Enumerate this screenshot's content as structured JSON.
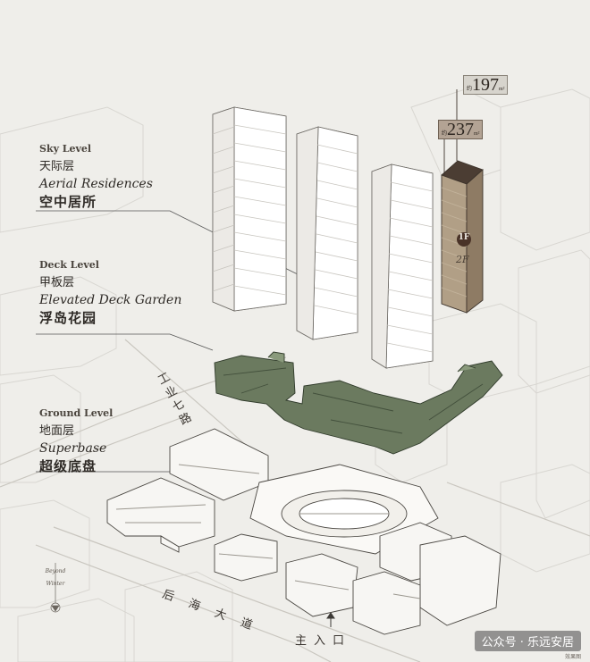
{
  "levels": [
    {
      "en": "Sky Level",
      "cn": "天际层",
      "sub_en": "Aerial Residences",
      "sub_cn": "空中居所"
    },
    {
      "en": "Deck Level",
      "cn": "甲板层",
      "sub_en": "Elevated Deck Garden",
      "sub_cn": "浮岛花园"
    },
    {
      "en": "Ground Level",
      "cn": "地面层",
      "sub_en": "Superbase",
      "sub_cn": "超级底盘"
    }
  ],
  "tags": {
    "tower_a": {
      "prefix": "约",
      "value": "197",
      "unit": "m²"
    },
    "tower_b": {
      "prefix": "约",
      "value": "237",
      "unit": "m²"
    },
    "floor_mark": "1F",
    "floor_label": "2F"
  },
  "roads": {
    "gongye": "工业七路",
    "houhai": "后海大道",
    "entrance": "主入口"
  },
  "compass": {
    "line1": "Beyond",
    "line2": "Winter"
  },
  "watermark": "公众号 · 乐远安居",
  "render_note": "效果图",
  "colors": {
    "background": "#efeeea",
    "deck": "#6b7a5f",
    "tower_highlight": "#a08f78"
  }
}
